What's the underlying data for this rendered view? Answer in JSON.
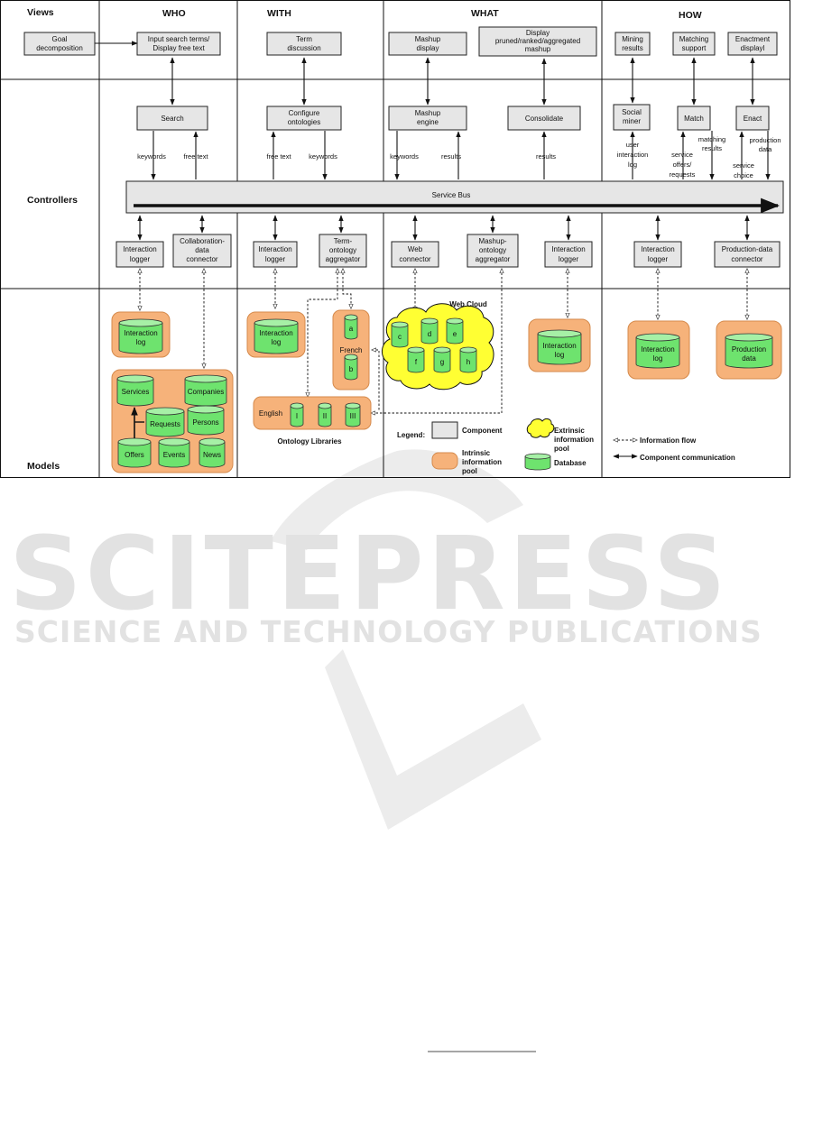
{
  "rows": {
    "views": "Views",
    "controllers": "Controllers",
    "models": "Models"
  },
  "columns": {
    "who": "WHO",
    "with": "WITH",
    "what": "WHAT",
    "how": "HOW"
  },
  "view_boxes": {
    "goal": [
      "Goal",
      "decomposition"
    ],
    "input": [
      "Input search terms/",
      "Display free text"
    ],
    "term_discussion": [
      "Term",
      "discussion"
    ],
    "mashup_display": [
      "Mashup",
      "display"
    ],
    "display_pruned": [
      "Display",
      "pruned/ranked/aggregated",
      "mashup"
    ],
    "mining_results": [
      "Mining",
      "results"
    ],
    "matching_support": [
      "Matching",
      "support"
    ],
    "enactment_display": [
      "Enactment",
      "displayl"
    ]
  },
  "controller_boxes": {
    "search": [
      "Search"
    ],
    "configure": [
      "Configure",
      "ontologies"
    ],
    "mashup_engine": [
      "Mashup",
      "engine"
    ],
    "consolidate": [
      "Consolidate"
    ],
    "social_miner": [
      "Social",
      "miner"
    ],
    "match": [
      "Match"
    ],
    "enact": [
      "Enact"
    ],
    "who_logger": [
      "Interaction",
      "logger"
    ],
    "collab": [
      "Collaboration-",
      "data",
      "connector"
    ],
    "with_logger": [
      "Interaction",
      "logger"
    ],
    "term_agg": [
      "Term-",
      "ontology",
      "aggregator"
    ],
    "web_connector": [
      "Web",
      "connector"
    ],
    "mashup_agg": [
      "Mashup-",
      "ontology",
      "aggregator"
    ],
    "what_logger": [
      "Interaction",
      "logger"
    ],
    "how_logger": [
      "Interaction",
      "logger"
    ],
    "prod_connector": [
      "Production-data",
      "connector"
    ]
  },
  "service_bus": "Service Bus",
  "flow_labels": {
    "kw1": "keywords",
    "ft1": "free text",
    "ft2": "free text",
    "kw2": "keywords",
    "kw3": "keywords",
    "res1": "results",
    "res2": "results",
    "user_log": [
      "user",
      "interaction",
      "log"
    ],
    "offers_req": [
      "service",
      "offers/",
      "requests"
    ],
    "matching": [
      "matching",
      "results"
    ],
    "choice": [
      "service",
      "choice"
    ],
    "prod": [
      "production",
      "data"
    ]
  },
  "models": {
    "who_log": [
      "Interaction",
      "log"
    ],
    "services": "Services",
    "companies": "Companies",
    "requests": "Requests",
    "persons": "Persons",
    "offers": "Offers",
    "events": "Events",
    "news": "News",
    "with_log": [
      "Interaction",
      "log"
    ],
    "french": "French",
    "a": "a",
    "b": "b",
    "english": "English",
    "i": "I",
    "ii": "II",
    "iii": "III",
    "ontology_libraries": "Ontology Libraries",
    "web_cloud": "Web Cloud",
    "cloud_dbs": [
      "c",
      "d",
      "e",
      "f",
      "g",
      "h"
    ],
    "what_log": [
      "Interaction",
      "log"
    ],
    "how_log": [
      "Interaction",
      "log"
    ],
    "production": [
      "Production",
      "data"
    ]
  },
  "legend": {
    "title": "Legend:",
    "component": "Component",
    "extrinsic": [
      "Extrinsic",
      "information",
      "pool"
    ],
    "intrinsic": [
      "Intrinsic",
      "information",
      "pool"
    ],
    "database": "Database",
    "info_flow": "Information flow",
    "comp_comm": "Component communication"
  },
  "watermark": {
    "title": "SCITEPRESS",
    "subtitle": "SCIENCE AND TECHNOLOGY PUBLICATIONS"
  },
  "colors": {
    "component_fill": "#e6e6e6",
    "intrinsic_pool": "#f6b27a",
    "extrinsic_pool": "#ffff33",
    "database": "#6ee36e",
    "watermark": "#e2e2e2"
  }
}
